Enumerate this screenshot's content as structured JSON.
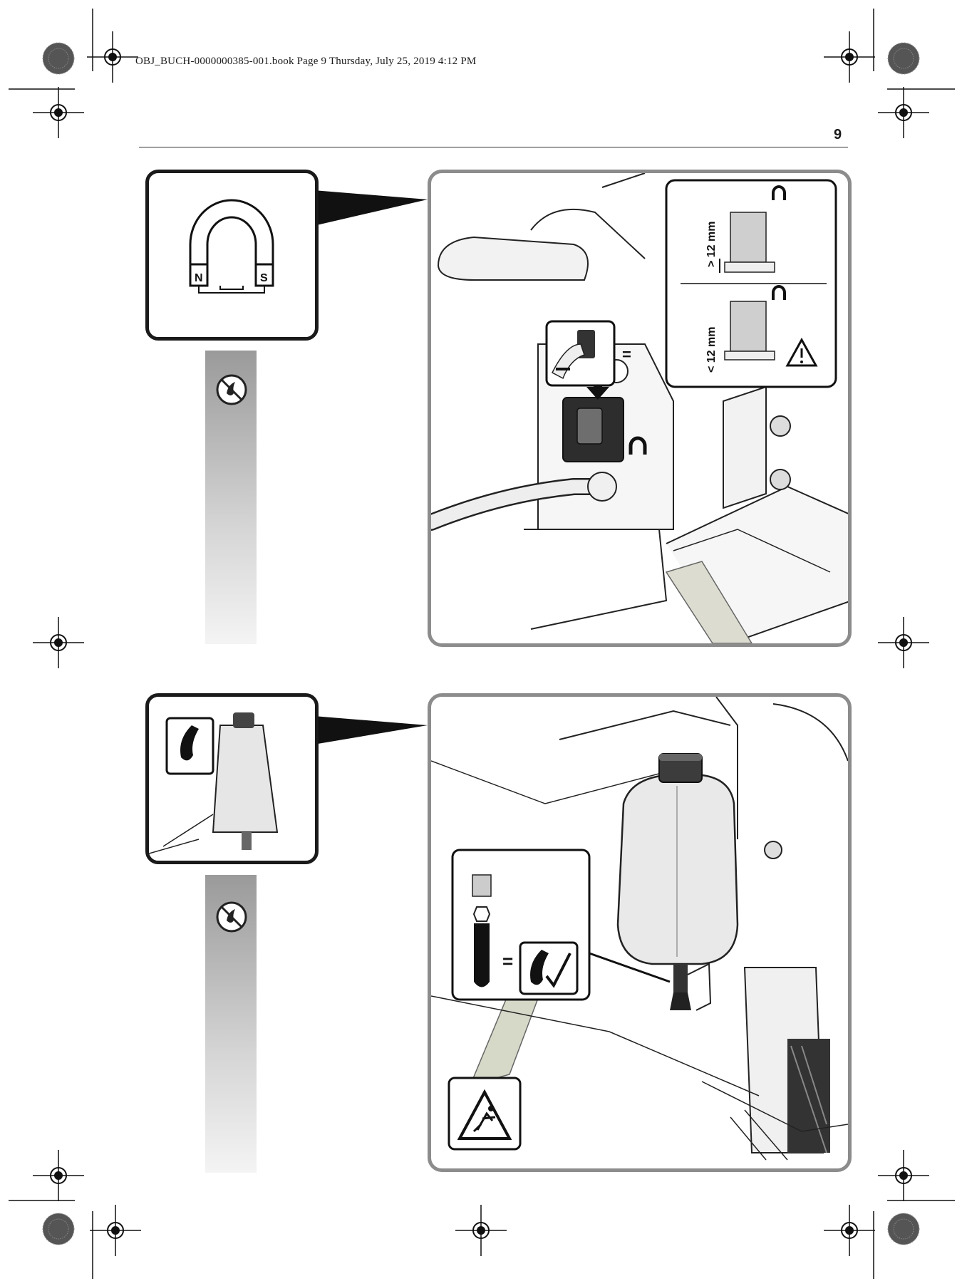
{
  "header": {
    "print_line": "OBJ_BUCH-0000000385-001.book  Page 9  Thursday, July 25, 2019  4:12 PM",
    "page_number": "9"
  },
  "figure1": {
    "magnet_labels": {
      "north": "N",
      "south": "S"
    },
    "distance_more": "> 12 mm",
    "distance_less": "< 12 mm",
    "equals_sign": "="
  },
  "figure2": {
    "equals_sign": "="
  },
  "icons": [
    "registration-mark-icon",
    "color-wheel-icon",
    "magnet-icon",
    "no-oil-icon",
    "warning-triangle-icon",
    "oil-drop-icon",
    "oil-drop-check-icon",
    "slip-hazard-icon"
  ]
}
